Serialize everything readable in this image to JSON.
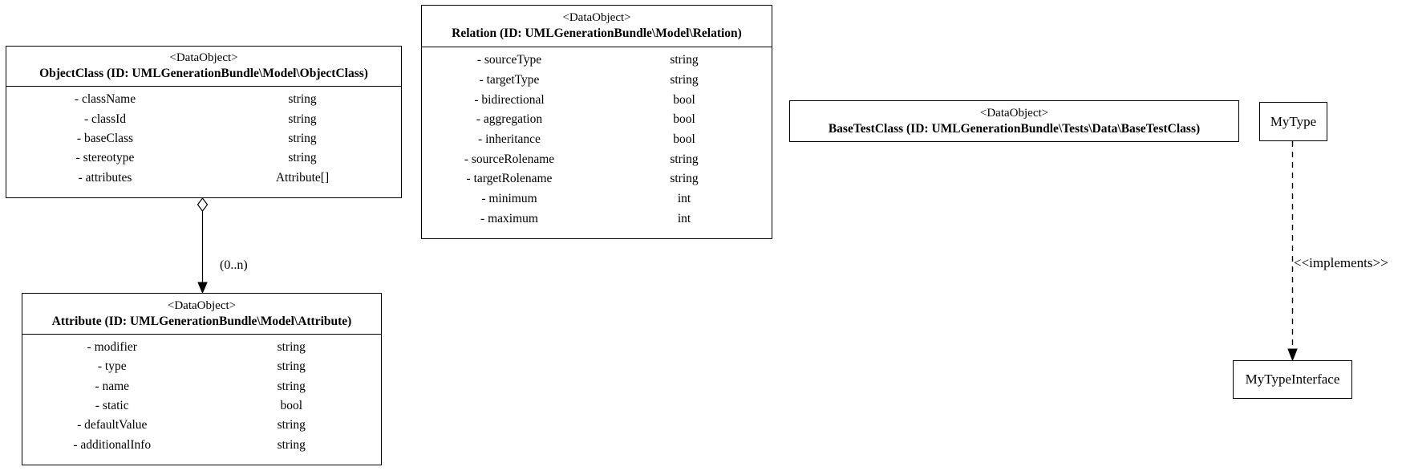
{
  "classes": [
    {
      "name": "ObjectClass",
      "stereotype": "<DataObject>",
      "title": "ObjectClass (ID: UMLGenerationBundle\\Model\\ObjectClass)",
      "attributes": [
        {
          "name": "- className",
          "type": "string"
        },
        {
          "name": "- classId",
          "type": "string"
        },
        {
          "name": "- baseClass",
          "type": "string"
        },
        {
          "name": "- stereotype",
          "type": "string"
        },
        {
          "name": "- attributes",
          "type": "Attribute[]"
        }
      ]
    },
    {
      "name": "Relation",
      "stereotype": "<DataObject>",
      "title": "Relation (ID: UMLGenerationBundle\\Model\\Relation)",
      "attributes": [
        {
          "name": "- sourceType",
          "type": "string"
        },
        {
          "name": "- targetType",
          "type": "string"
        },
        {
          "name": "- bidirectional",
          "type": "bool"
        },
        {
          "name": "- aggregation",
          "type": "bool"
        },
        {
          "name": "- inheritance",
          "type": "bool"
        },
        {
          "name": "- sourceRolename",
          "type": "string"
        },
        {
          "name": "- targetRolename",
          "type": "string"
        },
        {
          "name": "- minimum",
          "type": "int"
        },
        {
          "name": "- maximum",
          "type": "int"
        }
      ]
    },
    {
      "name": "Attribute",
      "stereotype": "<DataObject>",
      "title": "Attribute (ID: UMLGenerationBundle\\Model\\Attribute)",
      "attributes": [
        {
          "name": "- modifier",
          "type": "string"
        },
        {
          "name": "- type",
          "type": "string"
        },
        {
          "name": "- name",
          "type": "string"
        },
        {
          "name": "- static",
          "type": "bool"
        },
        {
          "name": "- defaultValue",
          "type": "string"
        },
        {
          "name": "- additionalInfo",
          "type": "string"
        }
      ]
    },
    {
      "name": "BaseTestClass",
      "stereotype": "<DataObject>",
      "title": "BaseTestClass (ID: UMLGenerationBundle\\Tests\\Data\\BaseTestClass)",
      "attributes": []
    }
  ],
  "nodes": [
    {
      "label": "MyType"
    },
    {
      "label": "MyTypeInterface"
    }
  ],
  "edges": [
    {
      "type": "aggregation",
      "label": "(0..n)"
    },
    {
      "type": "implements",
      "label": "<<implements>>"
    }
  ]
}
